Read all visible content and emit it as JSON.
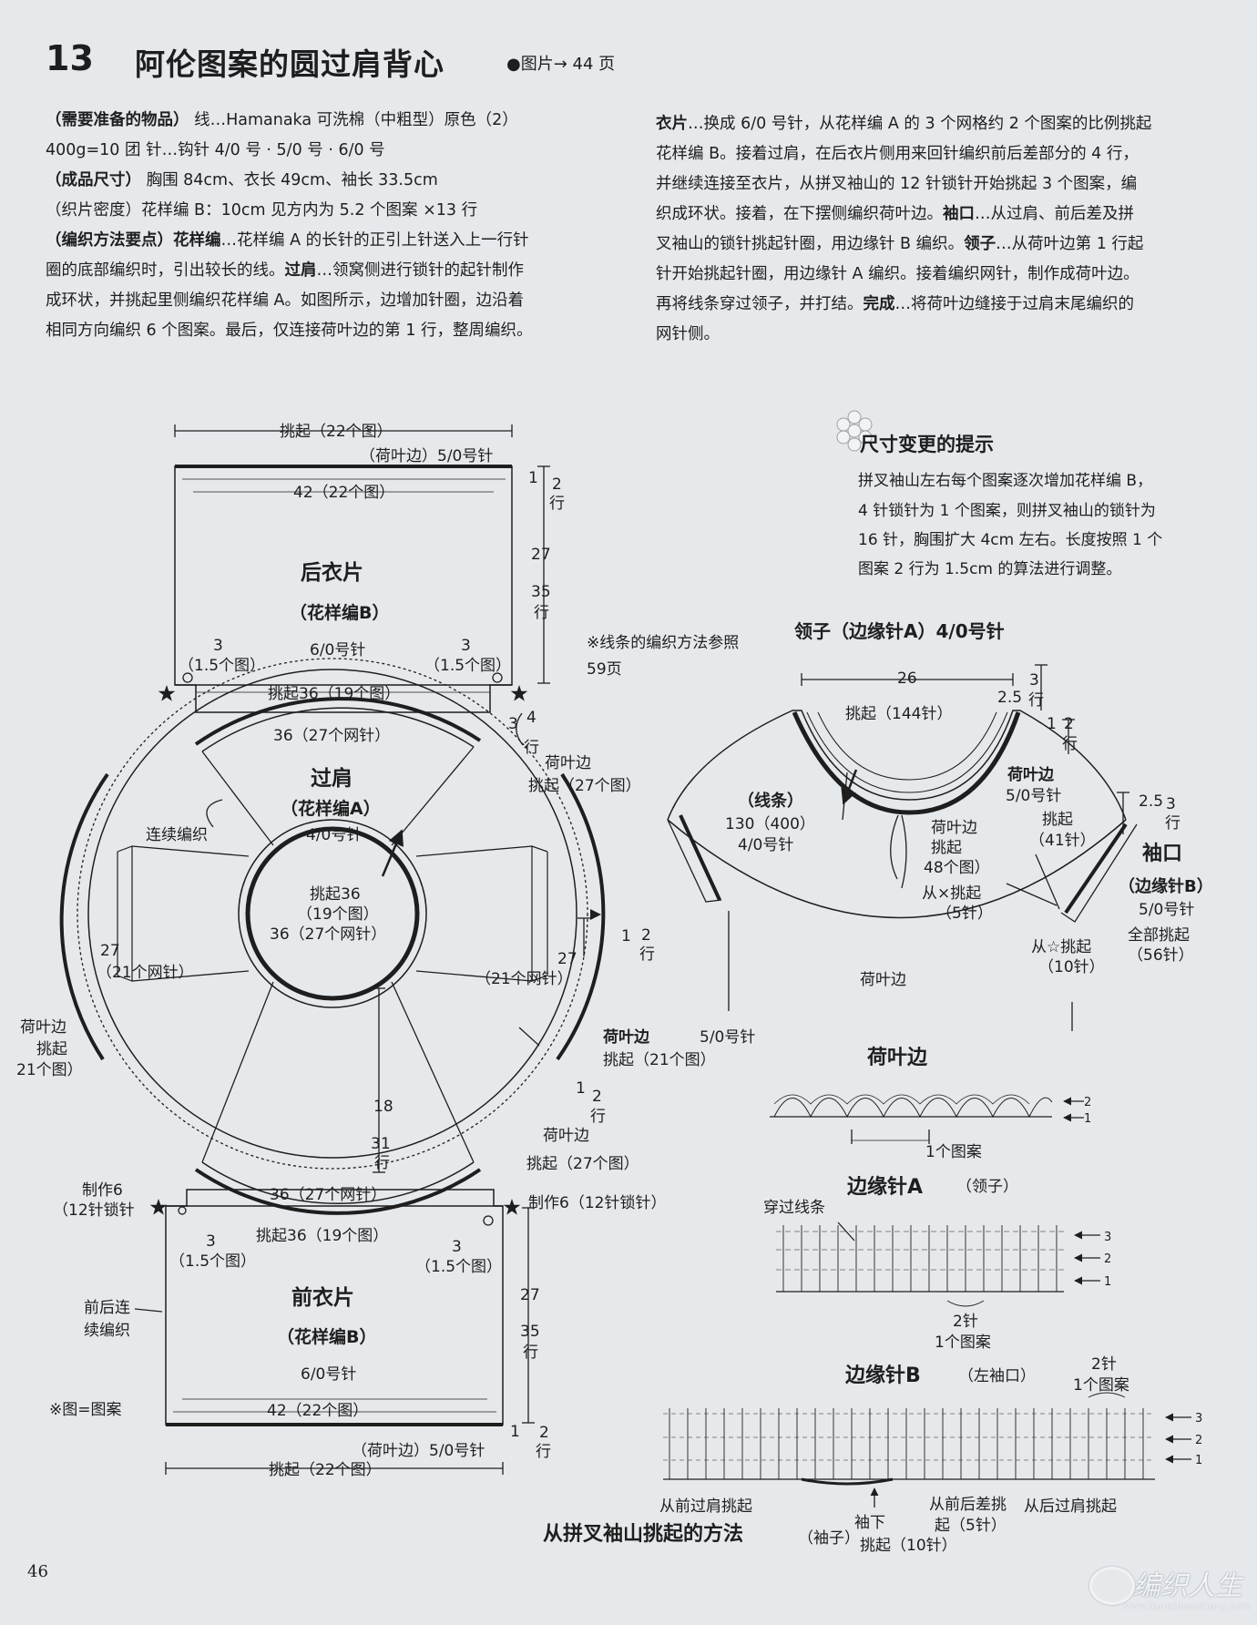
{
  "header": {
    "number": "13",
    "title": "阿伦图案的圆过肩背心",
    "ref": "●图片→ 44 页"
  },
  "text_left": {
    "materials_label": "（需要准备的物品）",
    "materials_line1": "线…Hamanaka  可洗棉（中粗型）原色（2）",
    "materials_line2": "400g=10 团  针…钩针 4/0 号 · 5/0 号 · 6/0 号",
    "size_label": "（成品尺寸）",
    "size_text": "胸围 84cm、衣长 49cm、袖长 33.5cm",
    "gauge": "（织片密度）花样编 B：10cm 见方内为 5.2 个图案 ×13 行",
    "method_label": "（编织方法要点）花样编",
    "method_line1": "…花样编 A 的长针的正引上针送入上一行针",
    "method_line2": "圈的底部编织时，引出较长的线。",
    "method_yoke_label": "过肩",
    "method_line2b": "…领窝侧进行锁针的起针制作",
    "method_line3": "成环状，并挑起里侧编织花样编 A。如图所示，边增加针圈，边沿着",
    "method_line4": "相同方向编织 6 个图案。最后，仅连接荷叶边的第 1 行，整周编织。"
  },
  "text_right": {
    "body_label": "衣片",
    "line1": "…换成 6/0 号针，从花样编 A 的 3 个网格约 2 个图案的比例挑起",
    "line2": "花样编 B。接着过肩，在后衣片侧用来回针编织前后差部分的 4 行，",
    "line3": "并继续连接至衣片，从拼叉袖山的 12 针锁针开始挑起 3 个图案，编",
    "line4a": "织成环状。接着，在下摆侧编织荷叶边。",
    "cuff_label": "袖口",
    "line4b": "…从过肩、前后差及拼",
    "line5a": "叉袖山的锁针挑起针圈，用边缘针 B 编织。",
    "collar_label": "领子",
    "line5b": "…从荷叶边第 1 行起",
    "line6": "针开始挑起针圈，用边缘针 A 编织。接着编织网针，制作成荷叶边。",
    "line7a": "再将线条穿过领子，并打结。",
    "finish_label": "完成",
    "line7b": "…将荷叶边缝接于过肩末尾编织的",
    "line8": "网针侧。"
  },
  "tips": {
    "title": "尺寸变更的提示",
    "line1": "拼叉袖山左右每个图案逐次增加花样编 B，",
    "line2": "4 针锁针为 1 个图案，则拼叉袖山的锁针为",
    "line3": "16 针，胸围扩大 4cm 左右。长度按照 1 个",
    "line4": "图案 2 行为 1.5cm 的算法进行调整。"
  },
  "back": {
    "pickup_top": "挑起（22个图）",
    "ruffle": "（荷叶边）5/0号针",
    "width": "42（22个图）",
    "title": "后衣片",
    "pattern": "（花样编B）",
    "needle": "6/0号针",
    "corner_num": "3",
    "corner_sub": "（1.5个图）",
    "pickup_bottom": "挑起36（19个图）",
    "r_one": "1",
    "r_two": "2",
    "r_hang": "行",
    "r_27": "27",
    "r_35": "35",
    "r_35sub": "行",
    "r_3": "3",
    "r_4": "4",
    "r_4sub": "行"
  },
  "yoke": {
    "arc_top": "36（27个网针）",
    "title": "过肩",
    "pattern": "（花样编A）",
    "needle": "4/0号针",
    "continuous": "连续编织",
    "ruffle_right_a": "荷叶边",
    "ruffle_right_b": "挑起（27个图）",
    "inner1": "挑起36",
    "inner2": "（19个图）",
    "inner3": "36（27个网针）",
    "left27": "27",
    "left27sub": "（21个网针）",
    "right27": "27",
    "right27sub": "（21个网针）",
    "r12_a": "1",
    "r12_b": "2",
    "r12_c": "行",
    "ruffle_left_a": "荷叶边",
    "ruffle_left_b": "挑起",
    "ruffle_left_c": "21个图）",
    "ruffle_mid_a": "荷叶边",
    "ruffle_mid_b": "挑起（21个图）",
    "needle50": "5/0号针",
    "n18": "18",
    "n31": "31",
    "n31sub": "行",
    "ruffle_bot_a": "荷叶边",
    "ruffle_bot_b": "挑起（27个图）",
    "arc_bottom": "36（27个网针）",
    "make_left_a": "制作6",
    "make_left_b": "（12针锁针",
    "make_right": "制作6（12针锁针）"
  },
  "front": {
    "pickup_top": "挑起36（19个图）",
    "corner_num": "3",
    "corner_sub": "（1.5个图）",
    "side_a": "前后连",
    "side_b": "续编织",
    "title": "前衣片",
    "pattern": "（花样编B）",
    "needle": "6/0号针",
    "note": "※图=图案",
    "width": "42（22个图）",
    "ruffle": "（荷叶边）5/0号针",
    "pickup_bottom": "挑起（22个图）",
    "r_27": "27",
    "r_35": "35",
    "r_35sub": "行",
    "r_one": "1",
    "r_two": "2",
    "r_hang": "行"
  },
  "collar": {
    "note1": "※线条的编织方法参照",
    "note2": "59页",
    "title": "领子（边缘针A）4/0号针",
    "w26": "26",
    "r3": "3",
    "r3sub": "行",
    "n25": "2.5",
    "n12a": "1",
    "n12b": "2",
    "n12c": "行",
    "pickup": "挑起（144针）",
    "cord": "（线条）",
    "cord_len": "130（400）",
    "cord_needle": "4/0号针",
    "ruffle_a": "荷叶边",
    "ruffle_b": "5/0号针",
    "ruffle_c": "挑起",
    "ruffle_d": "（41针）",
    "mid_a": "荷叶边",
    "mid_b": "挑起",
    "mid_c": "48个图）",
    "from_x": "从×挑起",
    "from_x_sub": "（5针）",
    "from_star": "从☆挑起",
    "from_star_sub": "（10针）",
    "hem": "荷叶边",
    "needle50": "5/0号针",
    "cuff_25": "2.5",
    "cuff_3": "3",
    "cuff_3sub": "行",
    "cuff_title": "袖口",
    "cuff_pattern": "（边缘针B）",
    "cuff_needle": "5/0号针",
    "cuff_all": "全部挑起",
    "cuff_56": "（56针）"
  },
  "charts": {
    "ruffle_title": "荷叶边",
    "ruffle_rep": "1个图案",
    "edgeA_title": "边缘针A",
    "edgeA_sub": "（领子）",
    "edgeA_thread": "穿过线条",
    "edgeA_rep1": "2针",
    "edgeA_rep2": "1个图案",
    "edgeB_title": "边缘针B",
    "edgeB_sub": "（左袖口）",
    "edgeB_rep1": "2针",
    "edgeB_rep2": "1个图案",
    "from_front": "从前过肩挑起",
    "from_back": "从后过肩挑起",
    "underarm1": "袖下",
    "underarm2": "挑起（10针）",
    "diff1": "从前后差挑",
    "diff2": "起（5针）",
    "row1": "1",
    "row2": "2",
    "row3": "3",
    "method_title": "从拼叉袖山挑起的方法",
    "method_sub": "（袖子）"
  },
  "footer": {
    "page": "46",
    "watermark": "编织人生",
    "watermark_url": "www.bianzhirensheng.com"
  }
}
